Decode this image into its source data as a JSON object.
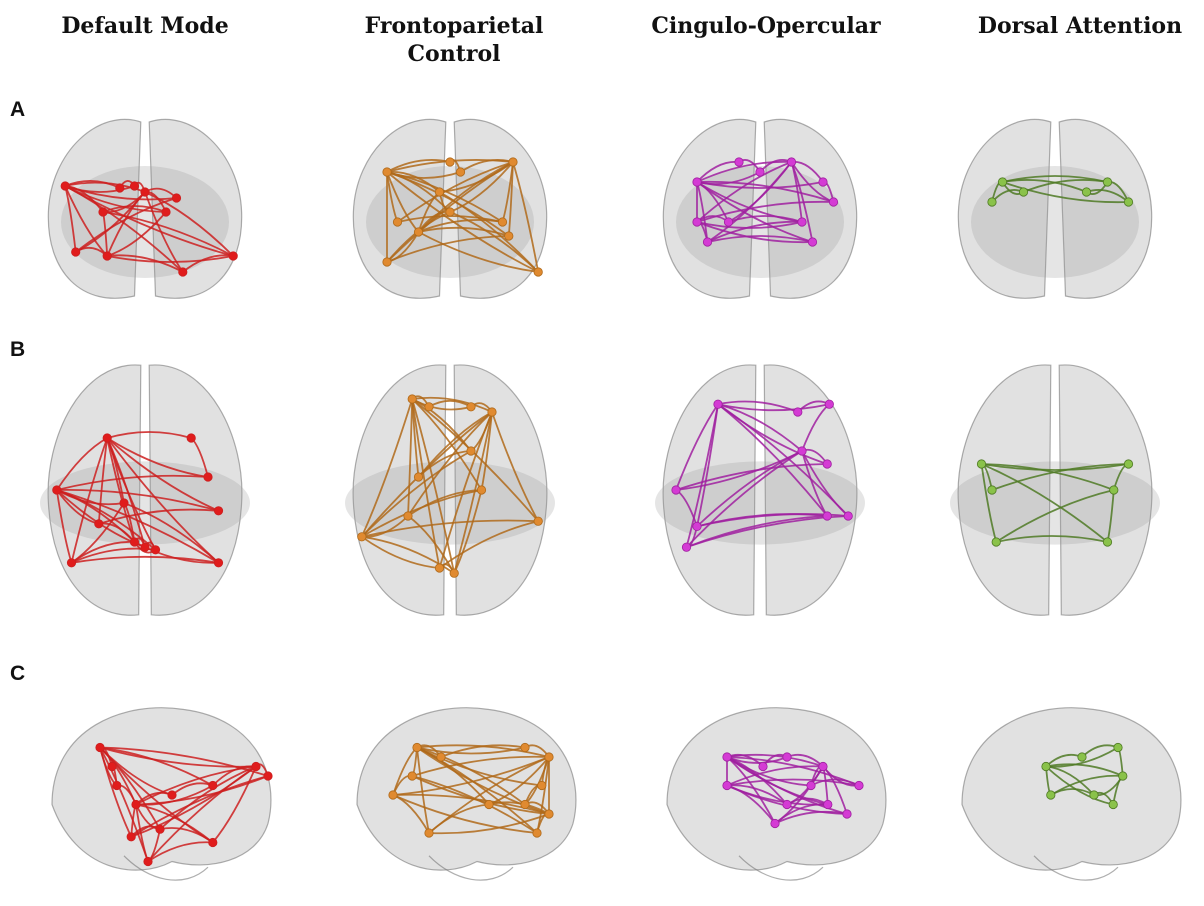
{
  "columns": [
    {
      "title": "Default Mode",
      "color": "#cc2020",
      "node_color": "#e01c1c"
    },
    {
      "title": "Frontoparietal\nControl",
      "color": "#b06a1a",
      "node_color": "#e08a30"
    },
    {
      "title": "Cingulo-Opercular",
      "color": "#a020a0",
      "node_color": "#d43bd4"
    },
    {
      "title": "Dorsal Attention",
      "color": "#4f7a24",
      "node_color": "#8ac24a"
    }
  ],
  "rows": [
    {
      "label": "A",
      "view": "coronal"
    },
    {
      "label": "B",
      "view": "axial"
    },
    {
      "label": "C",
      "view": "sagittal"
    }
  ],
  "icons": {
    "brain": "brain-outline-icon"
  }
}
